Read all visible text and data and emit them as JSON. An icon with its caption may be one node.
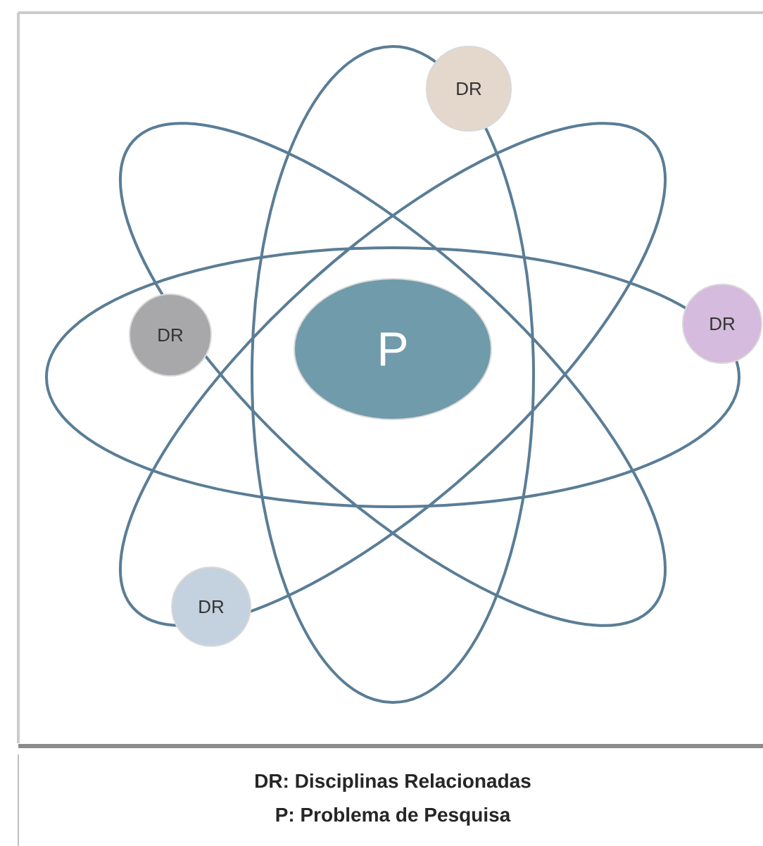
{
  "diagram": {
    "nodes": [
      {
        "text": [
          "DR"
        ]
      },
      {
        "text": [
          "DR"
        ]
      },
      {
        "text": [
          "P"
        ]
      },
      {
        "text": [
          "DR"
        ]
      },
      {
        "text": [
          "DR"
        ]
      }
    ],
    "labels": [
      "DR: Disciplinas Relacionadas",
      "P: Problema de Pesquisa"
    ]
  }
}
